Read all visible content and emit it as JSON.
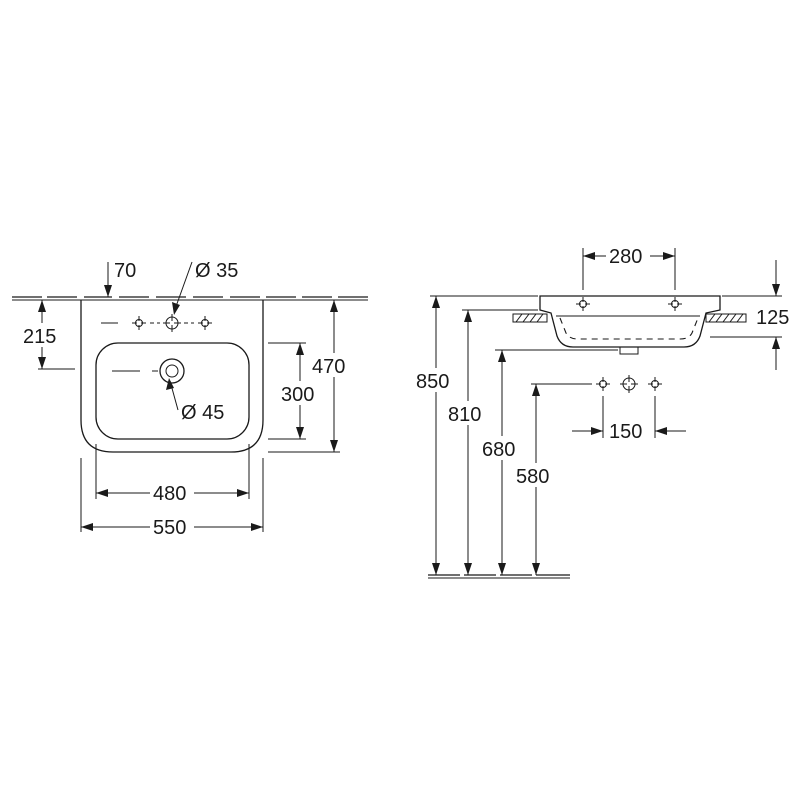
{
  "front_view": {
    "dim_tap_offset": "70",
    "dim_tap_hole": "Ø 35",
    "dim_wall_to_tap": "215",
    "dim_overall_depth": "470",
    "dim_basin_depth": "300",
    "dim_waste_hole": "Ø 45",
    "dim_basin_width": "480",
    "dim_overall_width": "550"
  },
  "side_view": {
    "dim_tap_spacing": "280",
    "dim_rim_height": "125",
    "dim_tap_holes_spacing": "150",
    "dim_height_850": "850",
    "dim_height_810": "810",
    "dim_height_680": "680",
    "dim_height_580": "580"
  }
}
